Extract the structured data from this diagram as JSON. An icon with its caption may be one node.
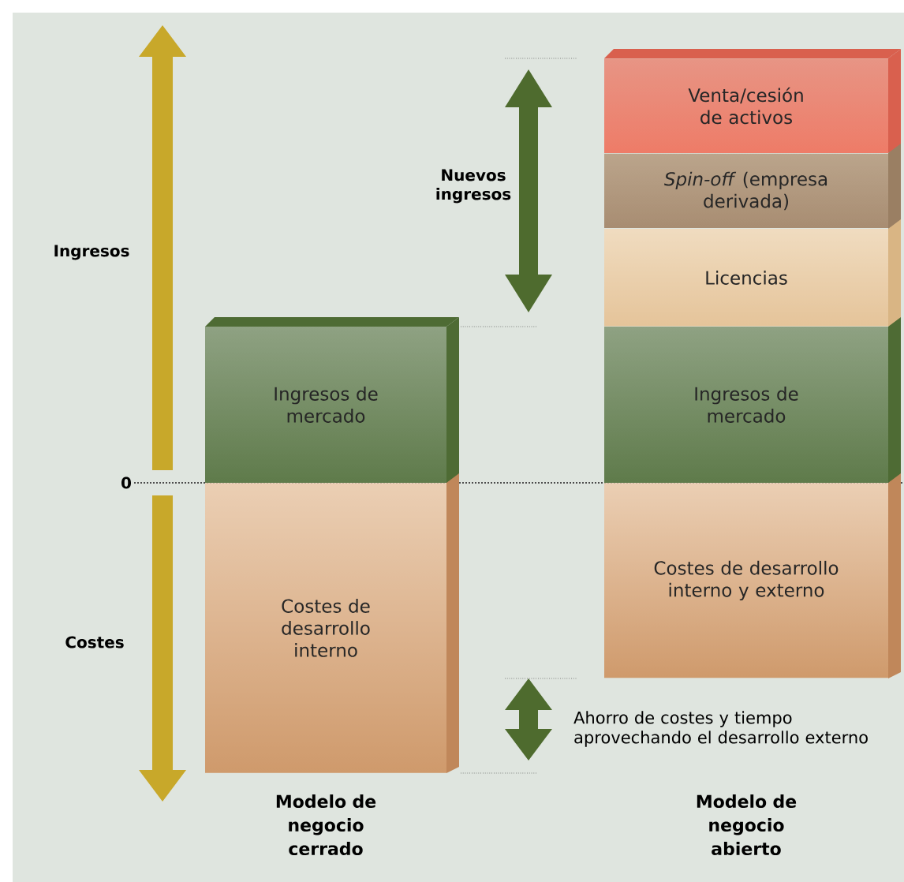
{
  "diagram": {
    "nodes": [
      {
        "text": [
          "Ingresos de mercado"
        ]
      },
      {
        "text": [
          "Costes de desarrollo interno"
        ],
        "beside": [
          "Modelo de negocio cerrado"
        ]
      },
      {
        "text": [
          "Venta/cesión de activos"
        ]
      },
      {
        "text": [
          "*Spin-off* (empresa derivada)"
        ]
      },
      {
        "text": [
          "Licencias"
        ]
      },
      {
        "text": [
          "Ingresos de mercado"
        ]
      },
      {
        "text": [
          "Costes de desarrollo interno y externo"
        ]
      }
    ],
    "labels": [
      "Ingresos",
      "0",
      "Costes",
      "Nuevos ingresos",
      "Ahorro de costes y tiempo aprovechando el desarrollo externo",
      "Modelo de negocio abierto"
    ]
  }
}
